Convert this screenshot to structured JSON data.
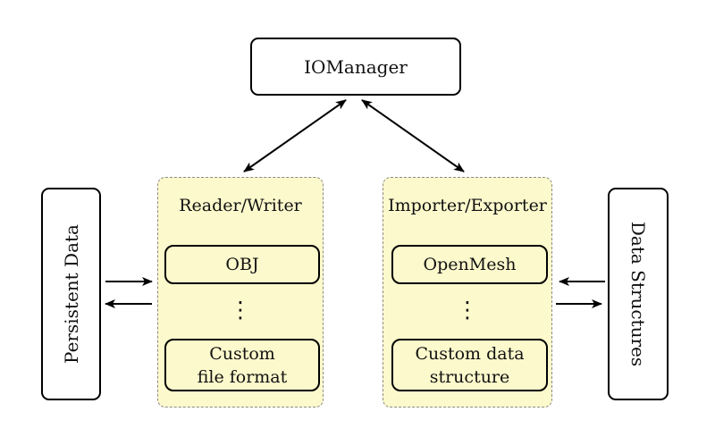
{
  "diagram": {
    "manager": {
      "label": "IOManager"
    },
    "persistent_data": {
      "label": "Persistent Data"
    },
    "data_structures": {
      "label": "Data Structures"
    },
    "reader_writer": {
      "title": "Reader/Writer",
      "top_box": "OBJ",
      "ellipsis": "⋮",
      "bottom_box_line1": "Custom",
      "bottom_box_line2": "file format"
    },
    "importer_exporter": {
      "title": "Importer/Exporter",
      "top_box": "OpenMesh",
      "ellipsis": "⋮",
      "bottom_box_line1": "Custom data",
      "bottom_box_line2": "structure"
    },
    "colors": {
      "panel_fill": "#FCF9CC",
      "panel_border": "#8A8A8A",
      "box_border": "#000000",
      "arrow": "#000000",
      "background": "#FFFFFF"
    }
  }
}
